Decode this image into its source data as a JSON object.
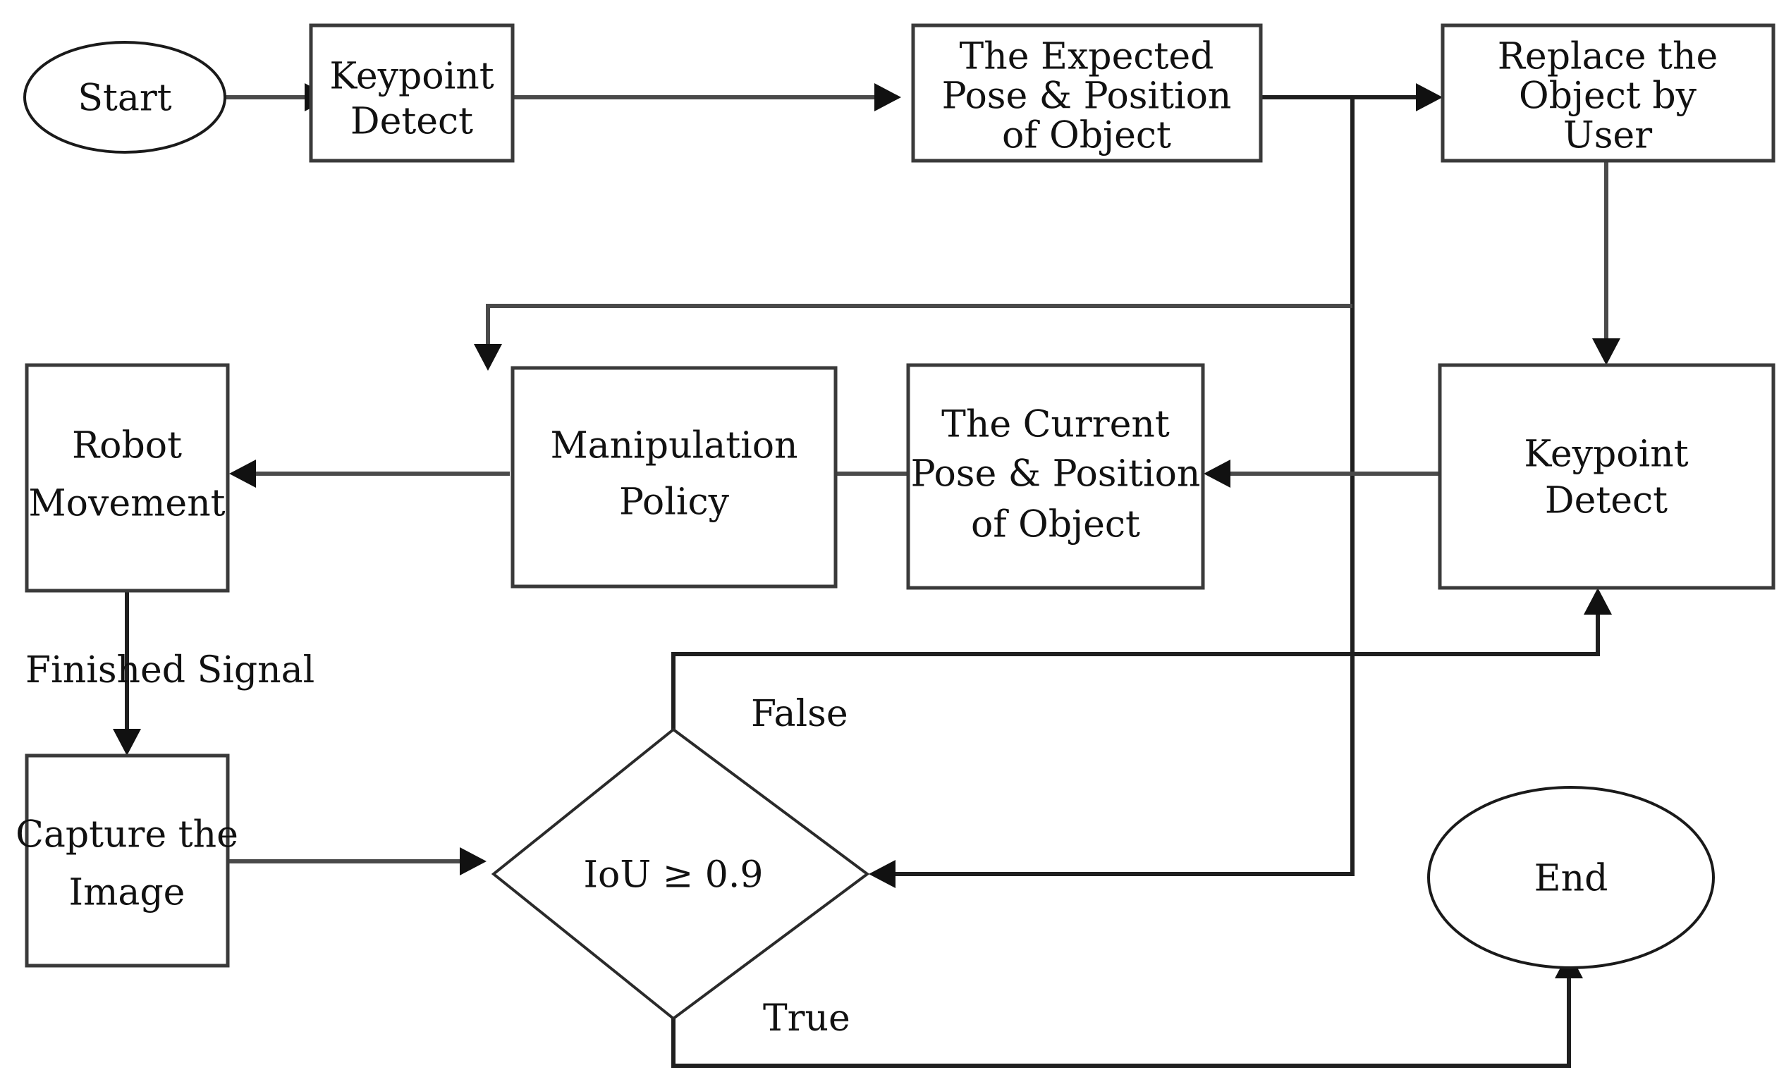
{
  "diagram": {
    "title": "Keypoint-based robotic manipulation flowchart",
    "background_color": "#ffffff",
    "line_color": "#4a4a4a",
    "text_color": "#111111"
  },
  "nodes": {
    "start": {
      "label": "Start",
      "shape": "ellipse"
    },
    "keypoint_detect_1": {
      "label": "Keypoint\nDetect",
      "shape": "rect"
    },
    "expected_pose": {
      "label": "The Expected\nPose & Position\nof Object",
      "shape": "rect"
    },
    "replace_object": {
      "label": "Replace the\nObject by\nUser",
      "shape": "rect"
    },
    "keypoint_detect_2": {
      "label": "Keypoint\nDetect",
      "shape": "rect"
    },
    "current_pose": {
      "label": "The Current\nPose & Position\nof Object",
      "shape": "rect"
    },
    "manipulation_policy": {
      "label": "Manipulation\nPolicy",
      "shape": "rect"
    },
    "robot_movement": {
      "label": "Robot\nMovement",
      "shape": "rect"
    },
    "capture_image": {
      "label": "Capture the\nImage",
      "shape": "rect"
    },
    "decision_iou": {
      "label": "IoU ≥ 0.9",
      "shape": "diamond"
    },
    "end": {
      "label": "End",
      "shape": "ellipse"
    }
  },
  "node_lines": {
    "start": [
      "Start"
    ],
    "keypoint_detect_1": [
      "Keypoint",
      "Detect"
    ],
    "expected_pose": [
      "The Expected",
      "Pose & Position",
      "of Object"
    ],
    "replace_object": [
      "Replace the",
      "Object by",
      "User"
    ],
    "keypoint_detect_2": [
      "Keypoint",
      "Detect"
    ],
    "current_pose": [
      "The Current",
      "Pose & Position",
      "of Object"
    ],
    "manipulation_policy": [
      "Manipulation",
      "Policy"
    ],
    "robot_movement": [
      "Robot",
      "Movement"
    ],
    "capture_image": [
      "Capture the",
      "Image"
    ],
    "decision_iou": [
      "IoU ≥ 0.9"
    ],
    "end": [
      "End"
    ]
  },
  "edge_labels": {
    "finished_signal": "Finished Signal",
    "false_branch": "False",
    "true_branch": "True"
  },
  "edges": [
    {
      "from": "start",
      "to": "keypoint_detect_1",
      "label": ""
    },
    {
      "from": "keypoint_detect_1",
      "to": "expected_pose",
      "label": ""
    },
    {
      "from": "expected_pose",
      "to": "replace_object",
      "label": ""
    },
    {
      "from": "expected_pose",
      "to": "manipulation_policy",
      "label": ""
    },
    {
      "from": "expected_pose",
      "to": "decision_iou",
      "label": ""
    },
    {
      "from": "replace_object",
      "to": "keypoint_detect_2",
      "label": ""
    },
    {
      "from": "keypoint_detect_2",
      "to": "current_pose",
      "label": ""
    },
    {
      "from": "current_pose",
      "to": "manipulation_policy",
      "label": ""
    },
    {
      "from": "manipulation_policy",
      "to": "robot_movement",
      "label": ""
    },
    {
      "from": "robot_movement",
      "to": "capture_image",
      "label": "Finished Signal"
    },
    {
      "from": "capture_image",
      "to": "decision_iou",
      "label": ""
    },
    {
      "from": "decision_iou",
      "to": "keypoint_detect_2",
      "label": "False"
    },
    {
      "from": "decision_iou",
      "to": "end",
      "label": "True"
    }
  ]
}
